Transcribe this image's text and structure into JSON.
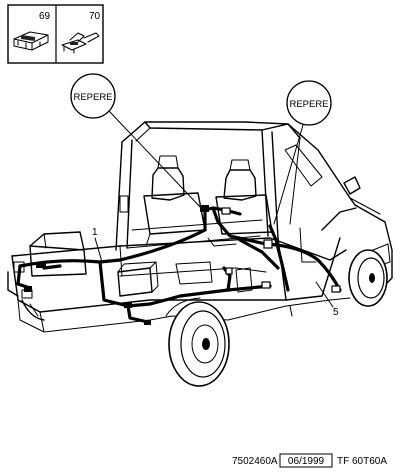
{
  "inset_panels": [
    {
      "number": "69",
      "part_icon": "connector-block-icon"
    },
    {
      "number": "70",
      "part_icon": "connector-clip-icon"
    }
  ],
  "callouts": {
    "repere_left": "REPERE",
    "repere_right": "REPERE",
    "label_1": "1",
    "label_5": "5"
  },
  "footer": {
    "ref_code": "7502460A",
    "date": "06/1999",
    "model_code": "TF 60T60A"
  }
}
